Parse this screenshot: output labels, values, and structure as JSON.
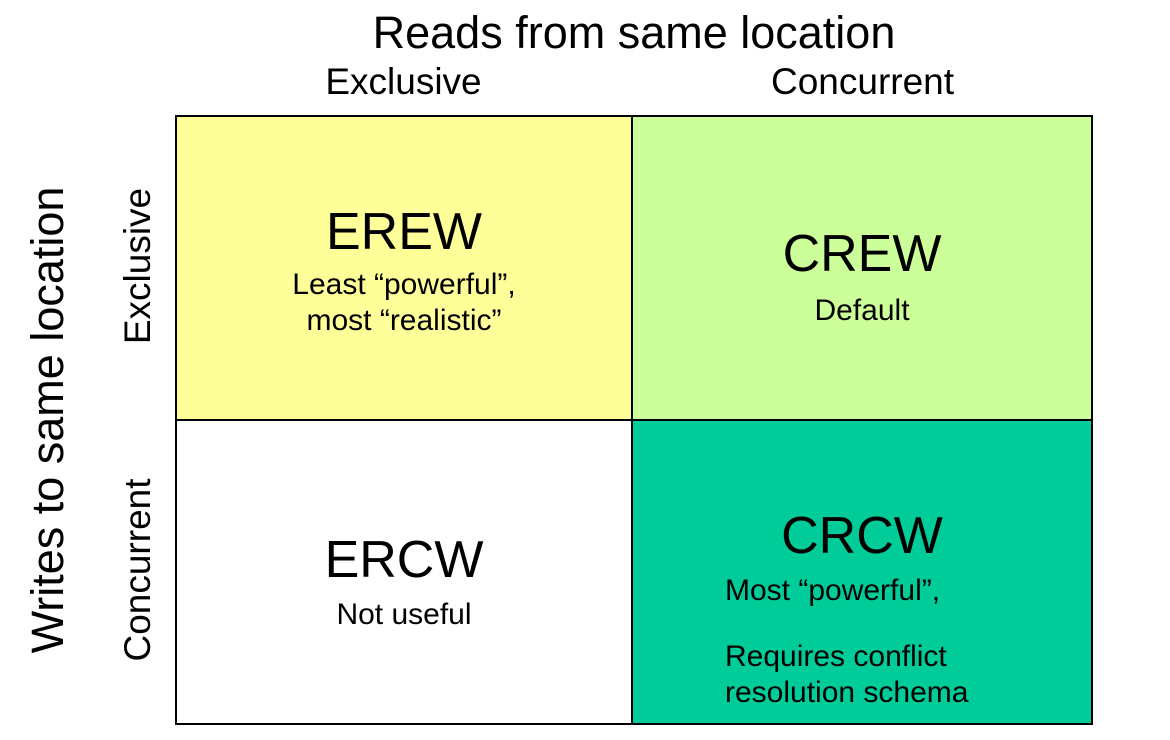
{
  "titles": {
    "reads": "Reads from same location",
    "writes": "Writes to same location"
  },
  "columns": {
    "left": "Exclusive",
    "right": "Concurrent"
  },
  "rows": {
    "top": "Exclusive",
    "bottom": "Concurrent"
  },
  "cells": {
    "erew": {
      "name": "EREW",
      "line1": "Least “powerful”,",
      "line2": "most “realistic”",
      "color": "#FFFF99"
    },
    "crew": {
      "name": "CREW",
      "line1": "Default",
      "color": "#CCFF99"
    },
    "ercw": {
      "name": "ERCW",
      "line1": "Not useful",
      "color": "#FFFFFF"
    },
    "crcw": {
      "name": "CRCW",
      "line1": "Most “powerful”,",
      "line2": "Requires conflict",
      "line3": "resolution schema",
      "color": "#00CC99"
    }
  }
}
